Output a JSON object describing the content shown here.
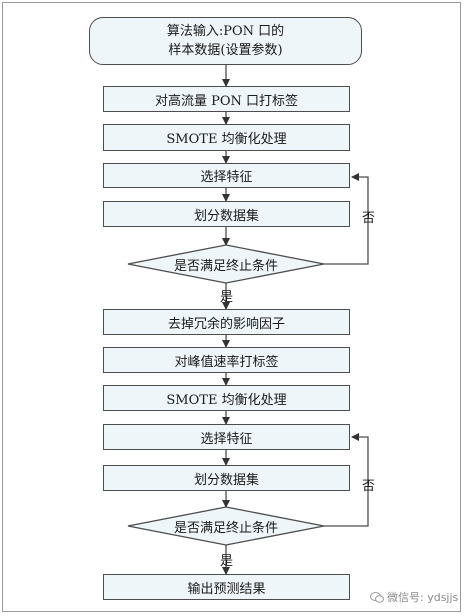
{
  "flowchart": {
    "start_line1": "算法输入:PON 口的",
    "start_line2": "样本数据(设置参数)",
    "step1": "对高流量 PON 口打标签",
    "step2": "SMOTE 均衡化处理",
    "step3": "选择特征",
    "step4": "划分数据集",
    "decision1": "是否满足终止条件",
    "yes1": "是",
    "no1": "否",
    "step5": "去掉冗余的影响因子",
    "step6": "对峰值速率打标签",
    "step7": "SMOTE 均衡化处理",
    "step8": "选择特征",
    "step9": "划分数据集",
    "decision2": "是否满足终止条件",
    "yes2": "是",
    "no2": "否",
    "end": "输出预测结果"
  },
  "watermark": {
    "text": "微信号: ydsjjs",
    "icon": "wechat-icon"
  },
  "colors": {
    "box_fill": "#eef6fa",
    "stroke": "#4d4d4d"
  }
}
